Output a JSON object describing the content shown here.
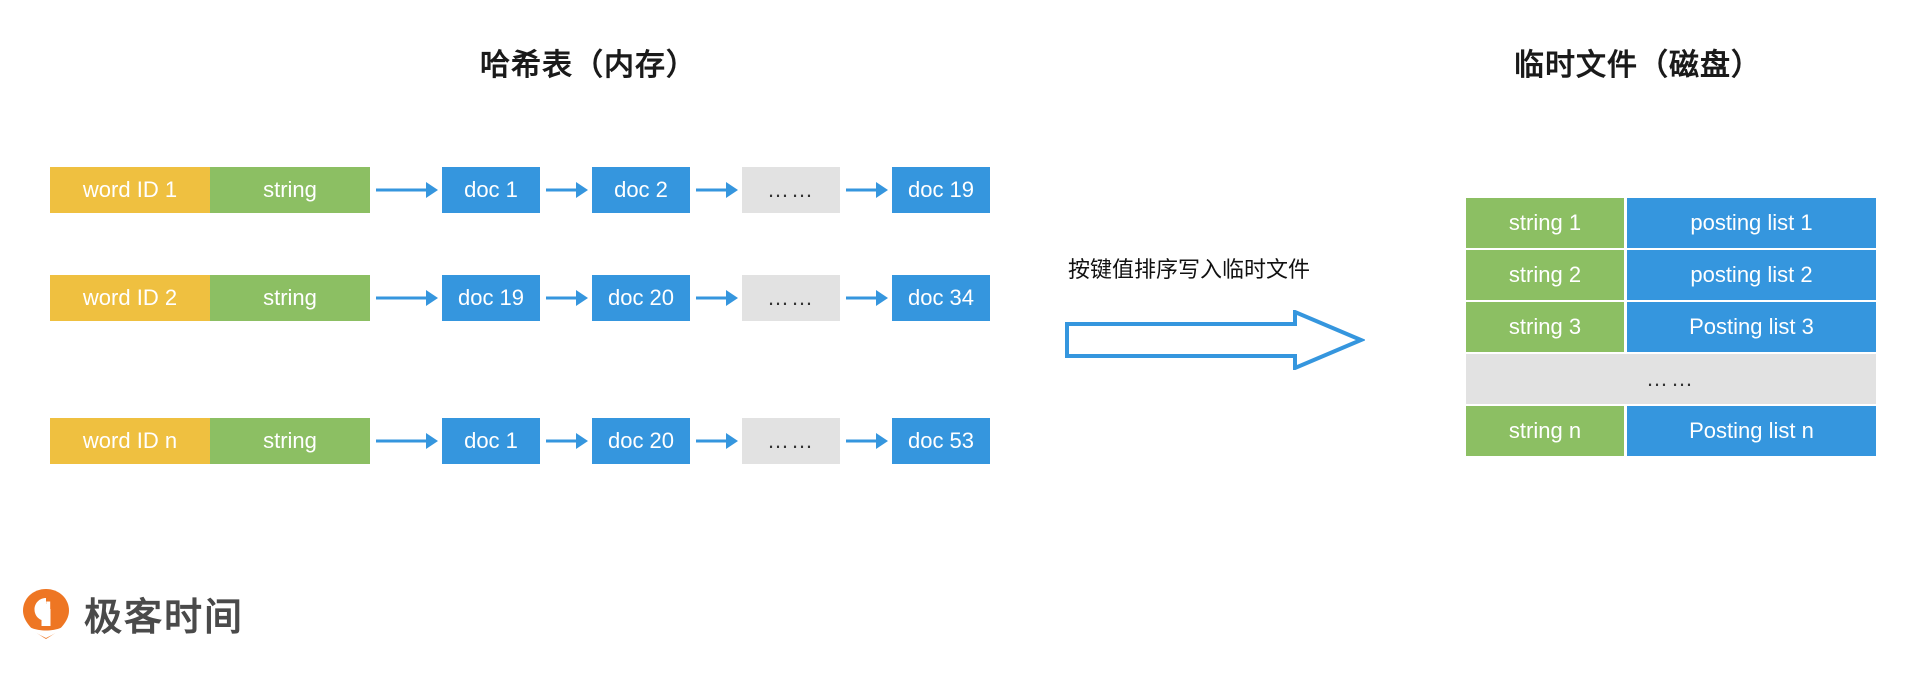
{
  "titles": {
    "hash_table": "哈希表（内存）",
    "temp_file": "临时文件（磁盘）"
  },
  "flow": {
    "label": "按键值排序写入临时文件",
    "arrow_icon": "right-arrow-icon"
  },
  "hash_table": {
    "rows": [
      {
        "word_id": "word ID 1",
        "string": "string",
        "nodes": [
          "doc 1",
          "doc 2",
          "……",
          "doc 19"
        ]
      },
      {
        "word_id": "word ID 2",
        "string": "string",
        "nodes": [
          "doc 19",
          "doc 20",
          "……",
          "doc 34"
        ]
      },
      {
        "word_id": "word ID n",
        "string": "string",
        "nodes": [
          "doc 1",
          "doc 20",
          "……",
          "doc 53"
        ]
      }
    ]
  },
  "temp_file": {
    "rows": [
      {
        "key": "string 1",
        "value": "posting list 1"
      },
      {
        "key": "string 2",
        "value": "posting list 2"
      },
      {
        "key": "string 3",
        "value": "Posting list 3"
      },
      {
        "ellipsis": "……"
      },
      {
        "key": "string n",
        "value": "Posting list n"
      }
    ]
  },
  "logo": {
    "text": "极客时间",
    "mark_icon": "geektime-pin-icon"
  },
  "colors": {
    "word_id": "#efc040",
    "string": "#8cbf63",
    "doc": "#3596de",
    "ellipsis": "#e2e2e2",
    "arrow": "#3596de",
    "logo_orange": "#ee7623"
  }
}
